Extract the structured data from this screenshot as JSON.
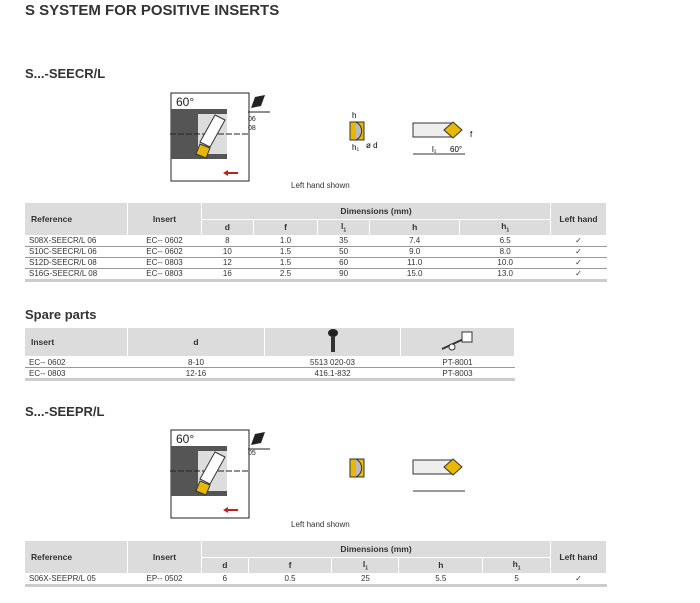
{
  "title": "S SYSTEM FOR POSITIVE INSERTS",
  "section1": {
    "title": "S...-SEECR/L",
    "angle": "60°",
    "insert_sizes": [
      "06",
      "08"
    ],
    "caption": "Left hand shown",
    "diagram_labels": {
      "h": "h",
      "h1": "h1",
      "d": "ø d",
      "f": "f",
      "l1": "l1",
      "angle": "60°"
    }
  },
  "table_headers": {
    "reference": "Reference",
    "insert": "Insert",
    "dimensions": "Dimensions (mm)",
    "d": "d",
    "f": "f",
    "l1": "l",
    "l1_sub": "1",
    "h": "h",
    "h1": "h",
    "h1_sub": "1",
    "left_hand": "Left hand"
  },
  "table1": [
    [
      "S08X-SEECR/L 06",
      "EC-- 0602",
      "8",
      "1.0",
      "35",
      "7.4",
      "6.5",
      "✓"
    ],
    [
      "S10C-SEECR/L 06",
      "EC-- 0602",
      "10",
      "1.5",
      "50",
      "9.0",
      "8.0",
      "✓"
    ],
    [
      "S12D-SEECR/L 08",
      "EC-- 0803",
      "12",
      "1.5",
      "60",
      "11.0",
      "10.0",
      "✓"
    ],
    [
      "S16G-SEECR/L 08",
      "EC-- 0803",
      "16",
      "2.5",
      "90",
      "15.0",
      "13.0",
      "✓"
    ]
  ],
  "spare": {
    "title": "Spare parts",
    "headers": {
      "insert": "Insert",
      "d": "d"
    },
    "rows": [
      [
        "EC-- 0602",
        "8-10",
        "5513 020-03",
        "PT-8001"
      ],
      [
        "EC-- 0803",
        "12-16",
        "416.1-832",
        "PT-8003"
      ]
    ]
  },
  "section2": {
    "title": "S...-SEEPR/L",
    "angle": "60°",
    "insert_sizes": [
      "05"
    ],
    "caption": "Left hand shown"
  },
  "table2": [
    [
      "S06X-SEEPR/L 05",
      "EP-- 0502",
      "6",
      "0.5",
      "25",
      "5.5",
      "5",
      "✓"
    ]
  ]
}
